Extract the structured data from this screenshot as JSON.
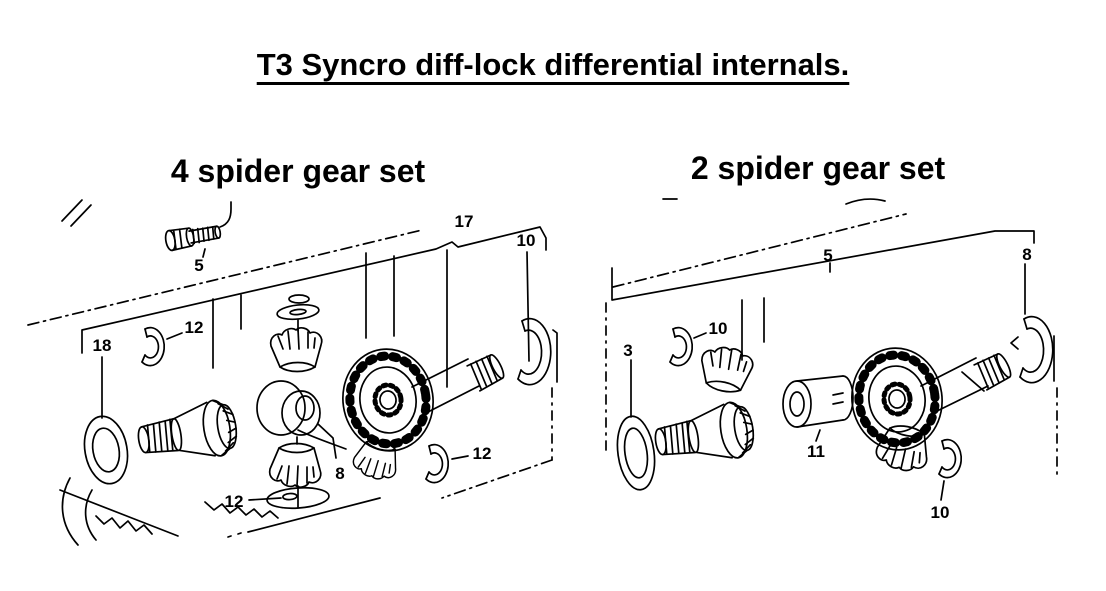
{
  "page": {
    "background": "#ffffff",
    "ink_color": "#000000"
  },
  "title": "T3 Syncro diff-lock differential internals.",
  "sections": {
    "left": {
      "heading": "4 spider gear set",
      "labels": {
        "bolt": "5",
        "washer_upper": "12",
        "thrust_washer": "18",
        "cross_shaft": "17",
        "snap_ring": "10",
        "washer_right": "12",
        "spider_gear": "8",
        "washer_bottom": "12"
      }
    },
    "right": {
      "heading": "2 spider gear set",
      "labels": {
        "shaft": "5",
        "snap_ring": "8",
        "pin": "3",
        "washer_upper": "10",
        "bushing": "11",
        "washer_bottom": "10"
      }
    }
  }
}
